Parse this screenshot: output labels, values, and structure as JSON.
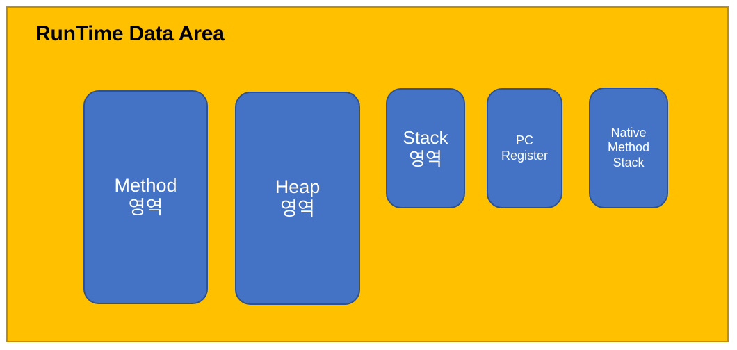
{
  "diagram": {
    "title": "RunTime Data Area",
    "colors": {
      "panel_background": "#FFC000",
      "panel_border": "#bf8f00",
      "box_fill": "#4472C4",
      "box_border": "#2F528F",
      "box_text": "#FFFFFF",
      "title_text": "#000000",
      "page_background": "#FFFFFF"
    },
    "boxes": [
      {
        "id": "method",
        "label": "Method\n영역"
      },
      {
        "id": "heap",
        "label": "Heap\n영역"
      },
      {
        "id": "stack",
        "label": "Stack\n영역"
      },
      {
        "id": "pc-register",
        "label": "PC\nRegister"
      },
      {
        "id": "native-method-stack",
        "label": "Native\nMethod\nStack"
      }
    ]
  }
}
